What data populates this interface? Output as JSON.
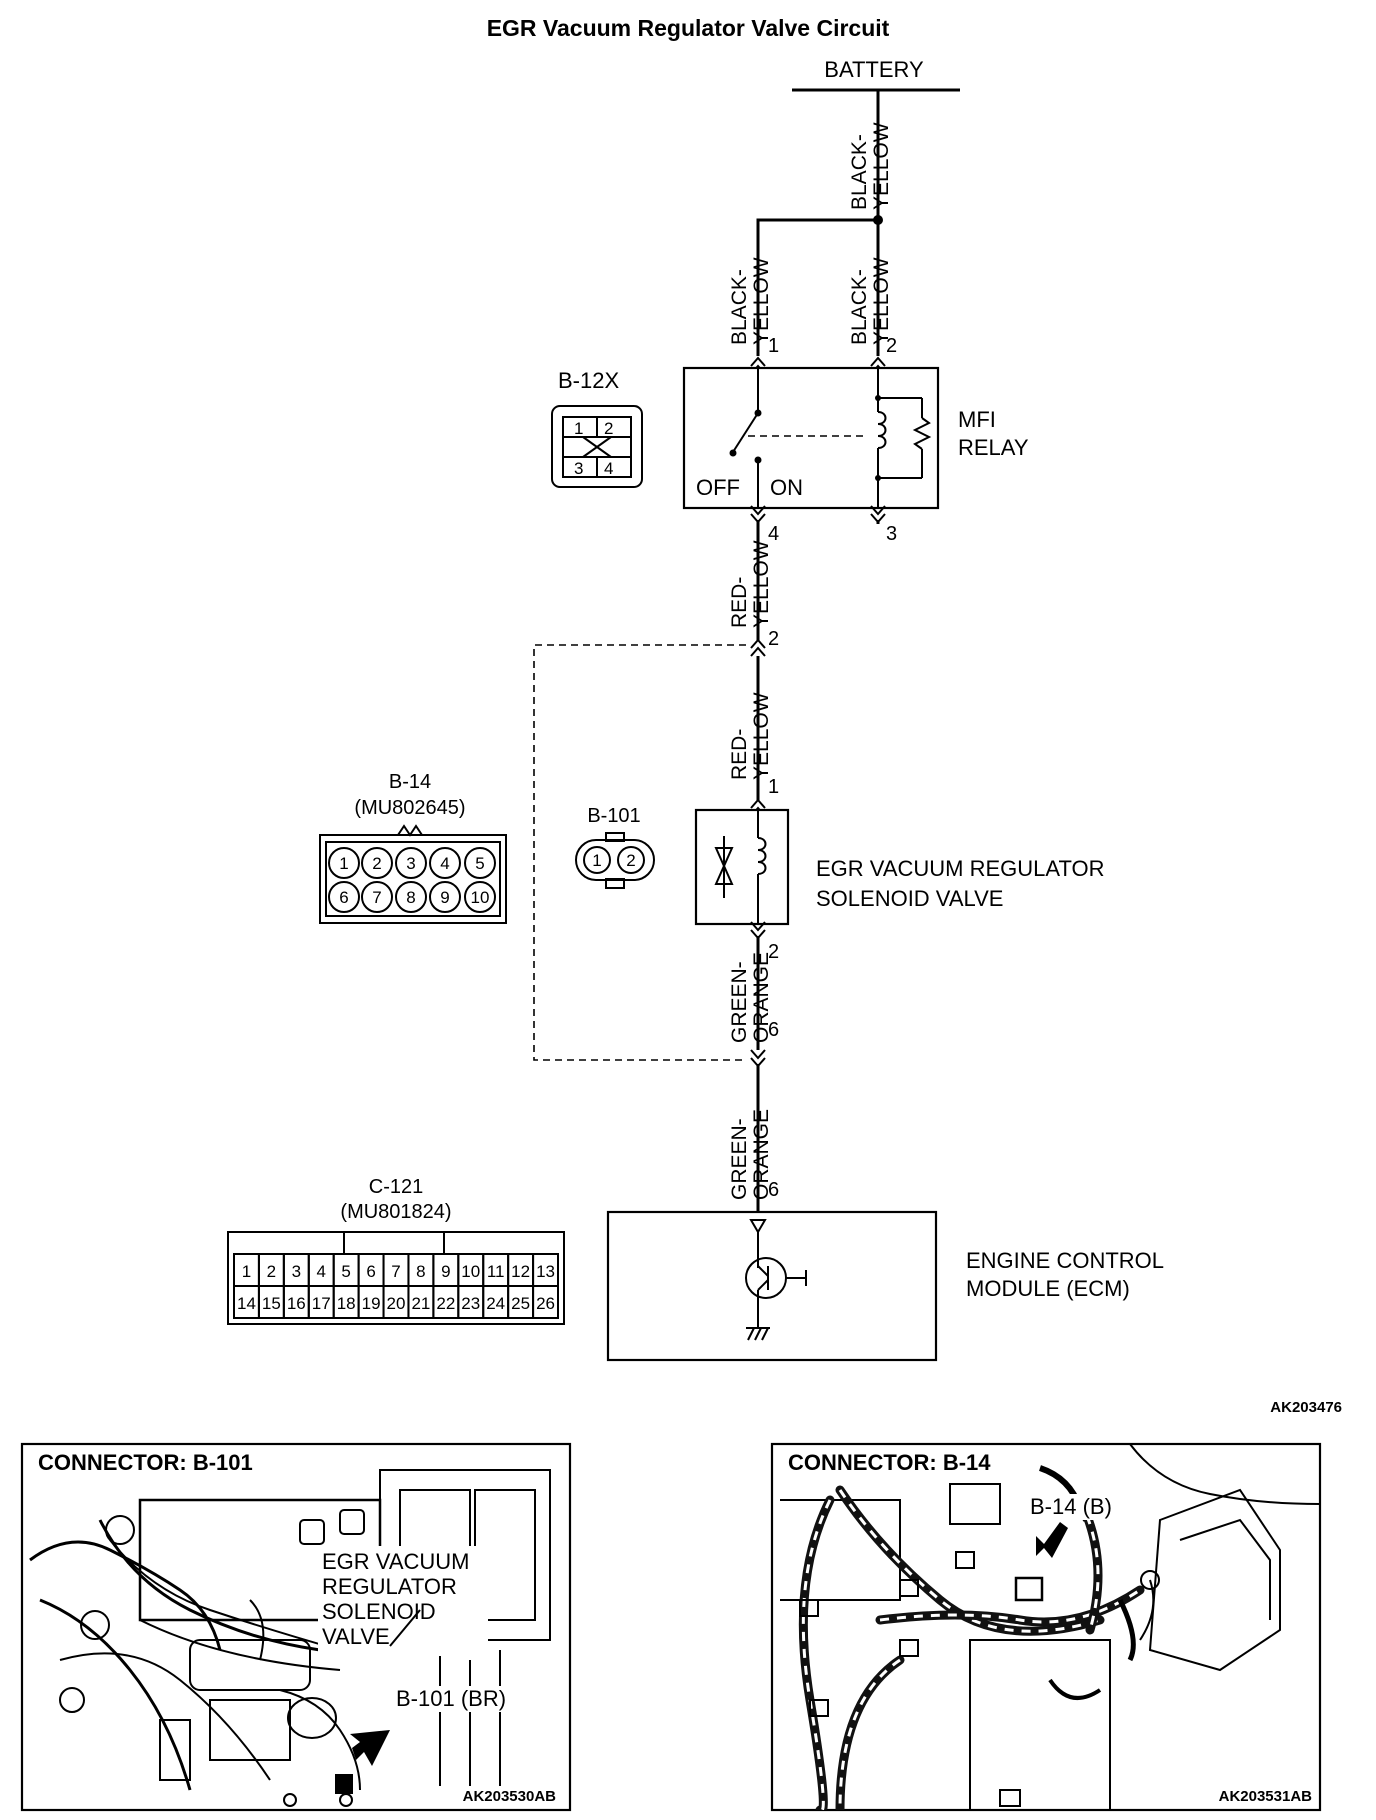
{
  "title": "EGR Vacuum Regulator Valve Circuit",
  "battery_label": "BATTERY",
  "wires": {
    "black_yellow": [
      "BLACK-",
      "YELLOW"
    ],
    "red_yellow": [
      "RED-",
      "YELLOW"
    ],
    "green_orange": [
      "GREEN-",
      "ORANGE"
    ]
  },
  "relay": {
    "connector": "B-12X",
    "name_line1": "MFI",
    "name_line2": "RELAY",
    "off_label": "OFF",
    "on_label": "ON",
    "pins": [
      "1",
      "2",
      "3",
      "4"
    ],
    "connector_pins": [
      "1",
      "2",
      "3",
      "4"
    ]
  },
  "junction_pins": {
    "red_top": "2",
    "green_bottom": "6"
  },
  "solenoid": {
    "name_line1": "EGR VACUUM REGULATOR",
    "name_line2": "SOLENOID VALVE",
    "pin_top": "1",
    "pin_bottom": "2"
  },
  "connector_b14": {
    "name": "B-14",
    "part": "(MU802645)",
    "pins": [
      "1",
      "2",
      "3",
      "4",
      "5",
      "6",
      "7",
      "8",
      "9",
      "10"
    ]
  },
  "connector_b101": {
    "name": "B-101",
    "pins": [
      "1",
      "2"
    ]
  },
  "connector_c121": {
    "name": "C-121",
    "part": "(MU801824)",
    "row1": [
      "1",
      "2",
      "3",
      "4",
      "5",
      "6",
      "7",
      "8",
      "9",
      "10",
      "11",
      "12",
      "13"
    ],
    "row2": [
      "14",
      "15",
      "16",
      "17",
      "18",
      "19",
      "20",
      "21",
      "22",
      "23",
      "24",
      "25",
      "26"
    ]
  },
  "ecm": {
    "name_line1": "ENGINE CONTROL",
    "name_line2": "MODULE (ECM)",
    "pin": "6"
  },
  "diagram_ref": "AK203476",
  "photo_left": {
    "title": "CONNECTOR: B-101",
    "label_lines": [
      "EGR VACUUM",
      "REGULATOR",
      "SOLENOID",
      "VALVE"
    ],
    "callout": "B-101 (BR)",
    "ref": "AK203530AB"
  },
  "photo_right": {
    "title": "CONNECTOR: B-14",
    "callout": "B-14 (B)",
    "ref": "AK203531AB"
  }
}
